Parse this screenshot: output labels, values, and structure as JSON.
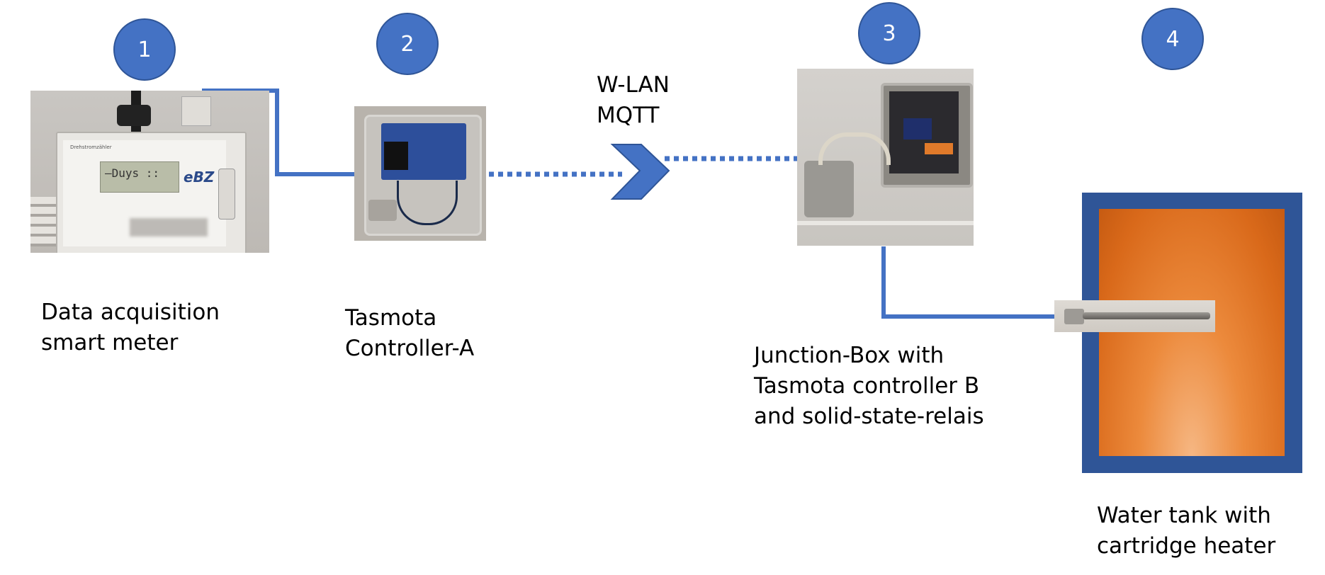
{
  "steps": [
    {
      "number": "1",
      "caption_lines": [
        "Data acquisition",
        "smart meter"
      ]
    },
    {
      "number": "2",
      "caption_lines": [
        "Tasmota",
        "Controller-A"
      ]
    },
    {
      "number": "3",
      "caption_lines": [
        "Junction-Box with",
        "Tasmota controller B",
        "and solid-state-relais"
      ]
    },
    {
      "number": "4",
      "caption_lines": [
        "Water tank with",
        "cartridge heater"
      ]
    }
  ],
  "link_label": {
    "line1": "W-LAN",
    "line2": "MQTT"
  },
  "meter_photo": {
    "display": "‒Duys  ::",
    "brand": "eBZ",
    "header": "Drehstromzähler"
  },
  "colors": {
    "badge": "#4472c4",
    "wire": "#4472c4",
    "tank_frame": "#2f5597",
    "tank_fill": "#e8782a"
  }
}
